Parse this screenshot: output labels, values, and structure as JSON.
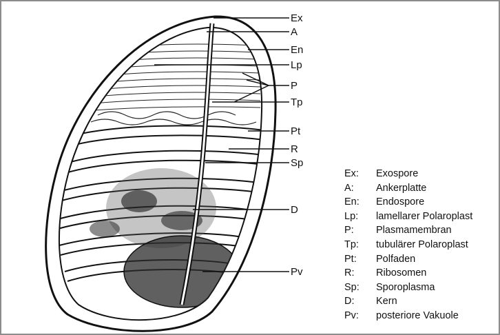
{
  "labels": [
    {
      "id": "ex",
      "text": "Ex"
    },
    {
      "id": "a",
      "text": "A"
    },
    {
      "id": "en",
      "text": "En"
    },
    {
      "id": "lp",
      "text": "Lp"
    },
    {
      "id": "p",
      "text": "P"
    },
    {
      "id": "tp",
      "text": "Tp"
    },
    {
      "id": "pt",
      "text": "Pt"
    },
    {
      "id": "r",
      "text": "R"
    },
    {
      "id": "sp",
      "text": "Sp"
    },
    {
      "id": "d",
      "text": "D"
    },
    {
      "id": "pv",
      "text": "Pv"
    }
  ],
  "legend": [
    {
      "abbr": "Ex:",
      "term": "Exospore"
    },
    {
      "abbr": "A:",
      "term": "Ankerplatte"
    },
    {
      "abbr": "En:",
      "term": "Endospore"
    },
    {
      "abbr": "Lp:",
      "term": "lamellarer Polaroplast"
    },
    {
      "abbr": "P:",
      "term": "Plasmamembran"
    },
    {
      "abbr": "Tp:",
      "term": "tubulärer Polaroplast"
    },
    {
      "abbr": "Pt:",
      "term": "Polfaden"
    },
    {
      "abbr": "R:",
      "term": "Ribosomen"
    },
    {
      "abbr": "Sp:",
      "term": "Sporoplasma"
    },
    {
      "abbr": "D:",
      "term": "Kern"
    },
    {
      "abbr": "Pv:",
      "term": "posteriore Vakuole"
    }
  ]
}
